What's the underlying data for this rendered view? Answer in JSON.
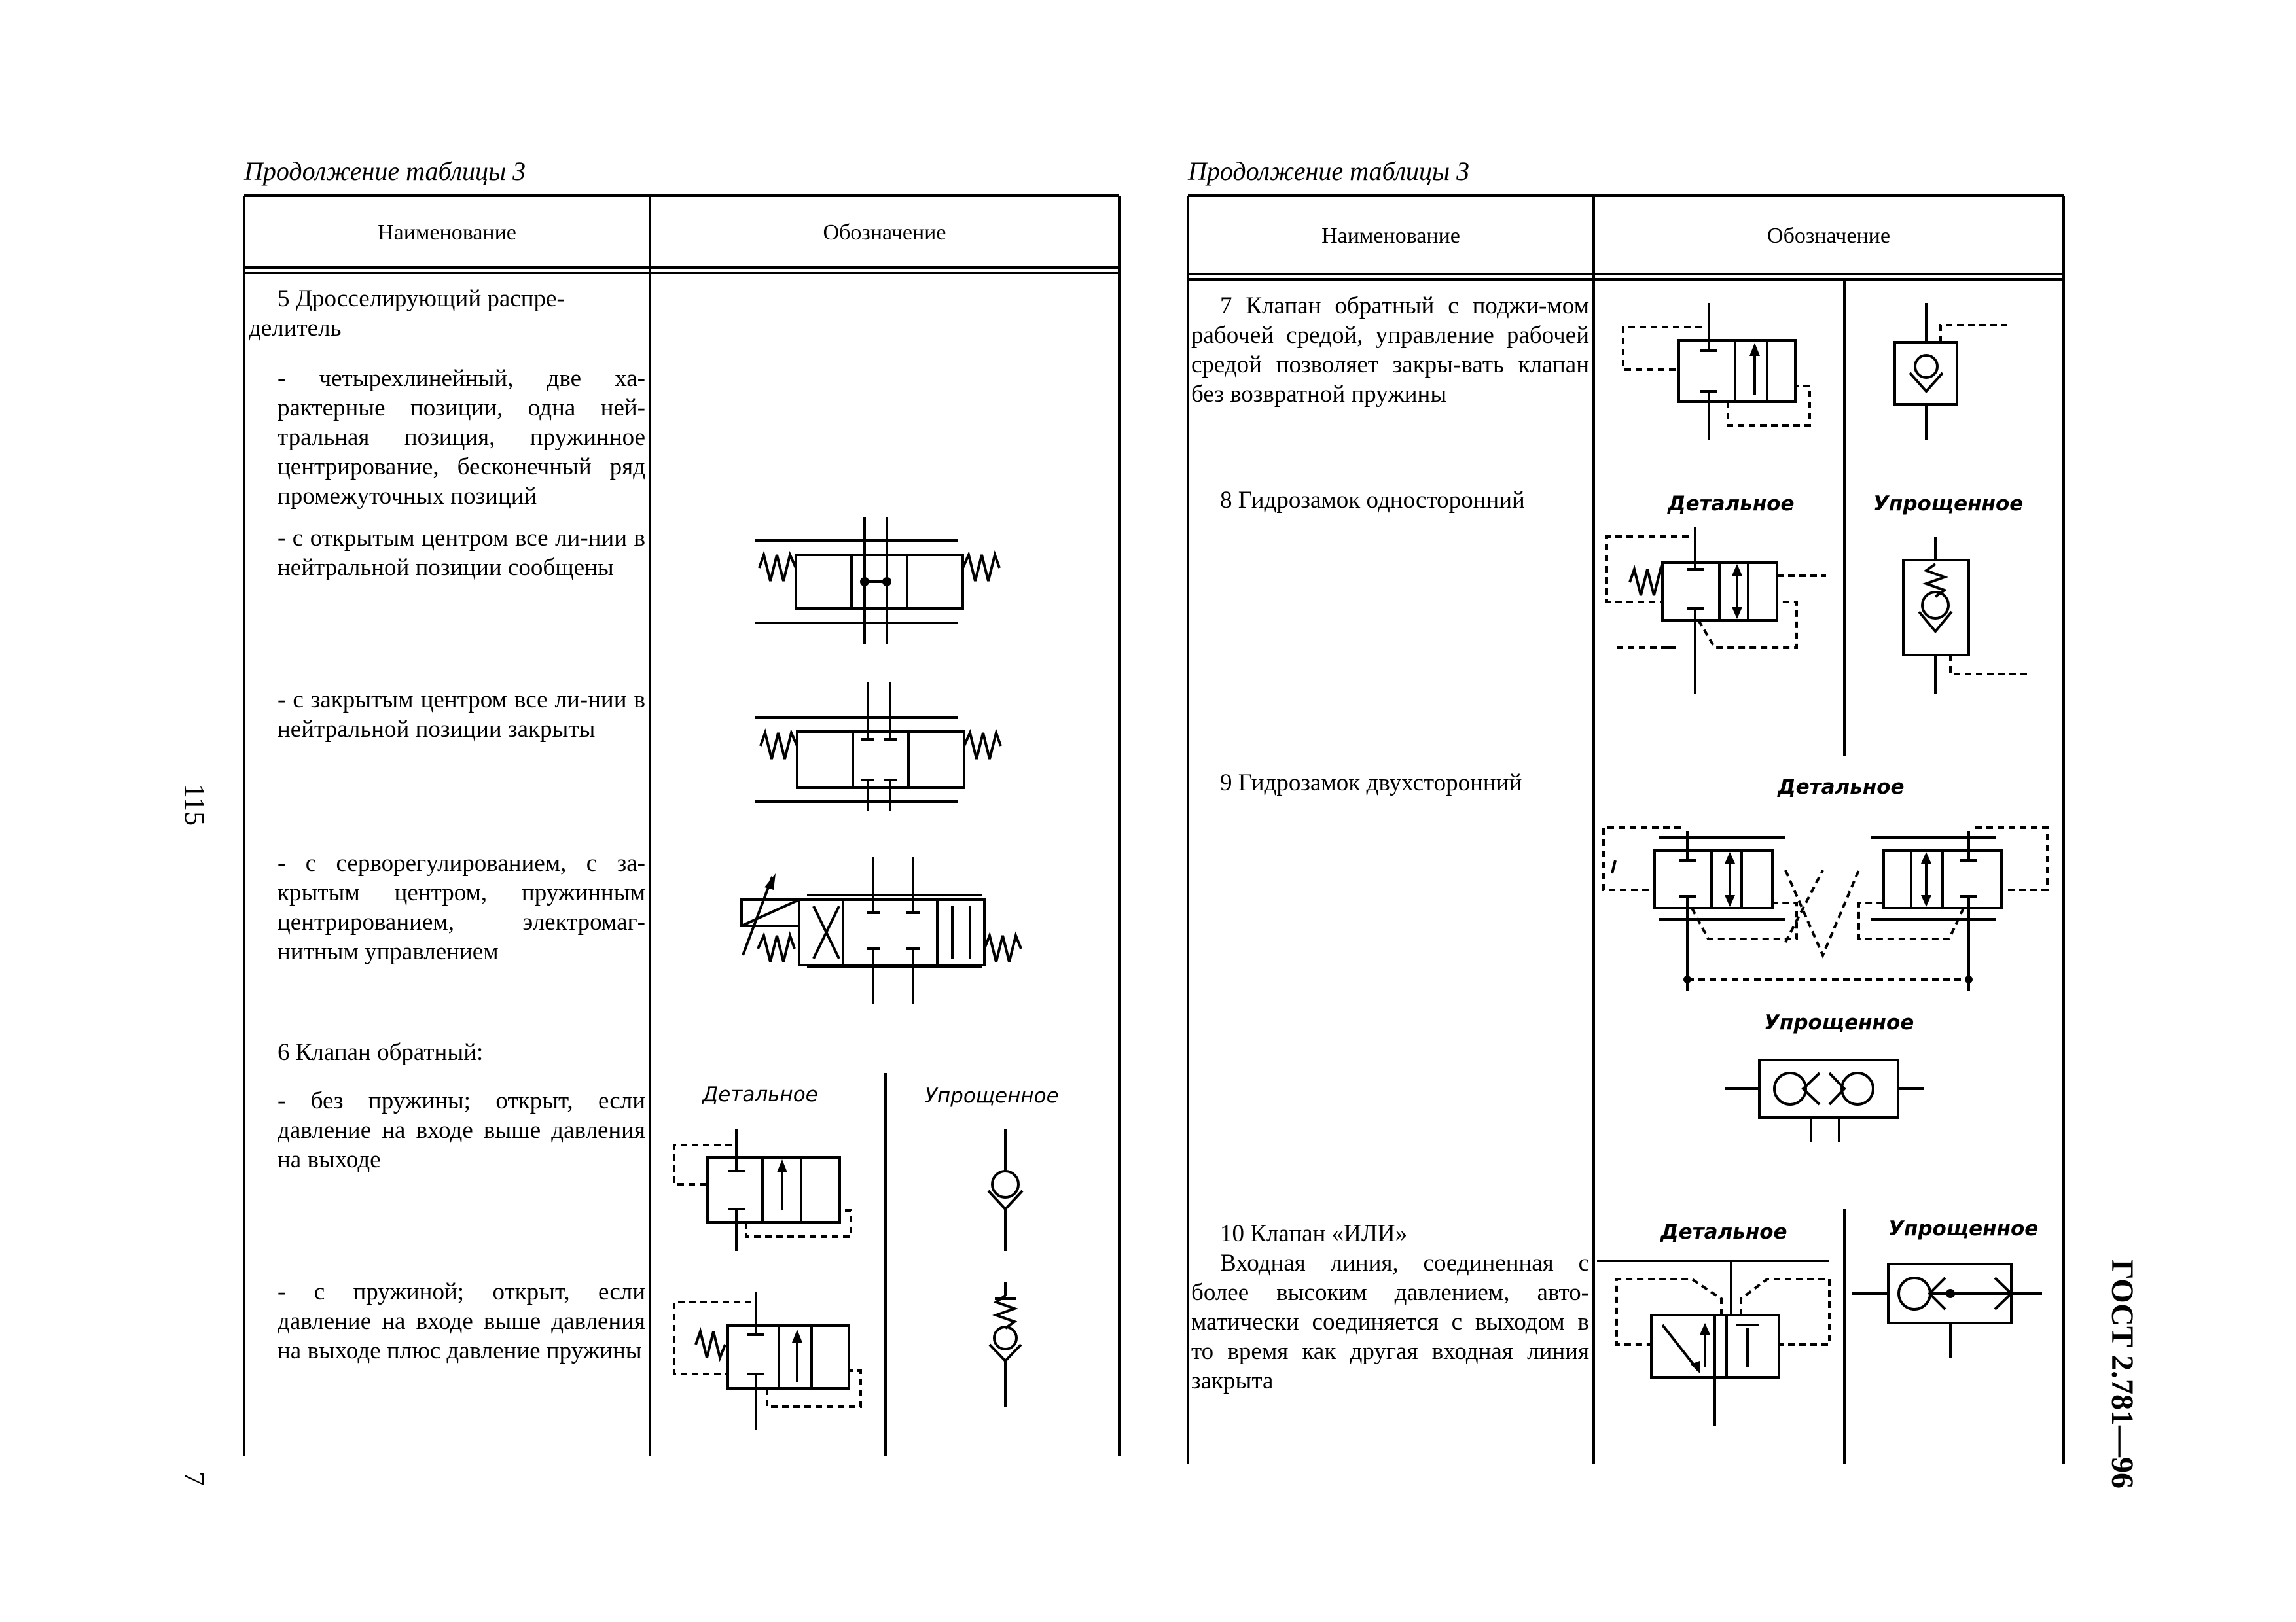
{
  "left": {
    "caption": "Продолжение таблицы 3",
    "col_name": "Наименование",
    "col_symbol": "Обозначение",
    "item5_line1": "5 Дросселирующий распре-",
    "item5_line2": "делитель",
    "item5a": "- четырехлинейный, две ха-рактерные позиции, одна ней-тральная позиция, пружинное центрирование, бесконечный ряд промежуточных позиций",
    "item5b": "- с открытым центром все ли-нии в нейтральной позиции сообщены",
    "item5c": "- с закрытым центром все ли-нии в нейтральной позиции закрыты",
    "item5d": "- с серворегулированием, с за-крытым центром, пружинным центрированием, электромаг-нитным управлением",
    "item6": "6 Клапан обратный:",
    "item6a": "- без пружины; открыт, если давление на входе выше давления на выходе",
    "item6b": "- с пружиной; открыт, если давление на входе выше давления на выходе плюс давление пружины",
    "label_detailed": "Детальное",
    "label_simplified": "Упрощенное"
  },
  "right": {
    "caption": "Продолжение таблицы 3",
    "col_name": "Наименование",
    "col_symbol": "Обозначение",
    "item7": "7 Клапан обратный с поджи-мом рабочей средой, управление рабочей средой позволяет закры-вать клапан без возвратной пружины",
    "item8": "8 Гидрозамок односторонний",
    "item9": "9 Гидрозамок двухсторонний",
    "item10_title": "10 Клапан «ИЛИ»",
    "item10_text": "Входная линия, соединенная с более высоким давлением, авто-матически соединяется с выходом в то время как другая входная линия закрыта",
    "label_detailed": "Детальное",
    "label_simplified": "Упрощенное"
  },
  "margin": {
    "page_number": "115",
    "page_seq": "7",
    "standard": "ГОСТ 2.781—96"
  }
}
